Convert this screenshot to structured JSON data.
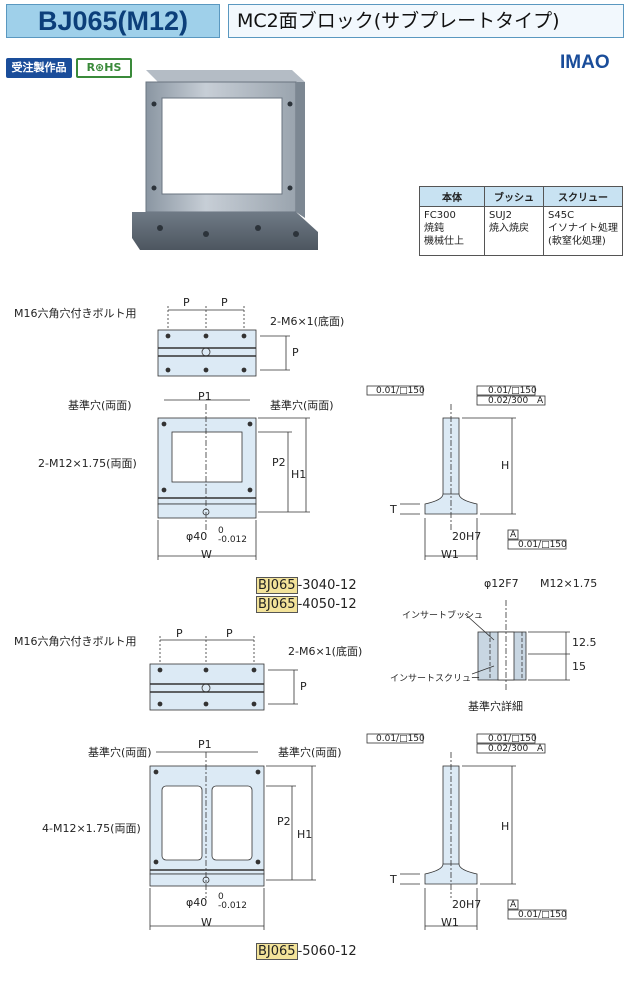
{
  "header": {
    "code": "BJ065(M12)",
    "title": "MC2面ブロック(サブプレートタイプ)"
  },
  "tags": {
    "order": "受注製作品",
    "rohs": "R⊛HS"
  },
  "brand": "IMAO",
  "materials": {
    "headers": [
      "本体",
      "ブッシュ",
      "スクリュー"
    ],
    "body": [
      "FC300",
      "焼鈍",
      "機械仕上"
    ],
    "bush": [
      "SUJ2",
      "焼入焼戻"
    ],
    "screw": [
      "S45C",
      "イソナイト処理",
      "(軟窒化処理)"
    ]
  },
  "diagram1": {
    "bolt_label": "M16六角穴付きボルト用",
    "p_label": "P",
    "tap_bottom": "2-M6×1(底面)",
    "p1": "P1",
    "ref_hole_left": "基準穴(両面)",
    "ref_hole_right": "基準穴(両面)",
    "tap_face": "2-M12×1.75(両面)",
    "p2": "P2",
    "h1": "H1",
    "bore": "φ40",
    "bore_tol_upper": "0",
    "bore_tol_lower": "-0.012",
    "w": "W",
    "tol1": "0.01/□150",
    "tol2": "0.01/□150",
    "tol3": "0.02/300",
    "datum": "A",
    "h": "H",
    "t": "T",
    "fit": "20H7",
    "w1": "W1",
    "tol_bottom": "0.01/□150",
    "codes": [
      {
        "prefix": "BJ065",
        "suffix": "-3040-12"
      },
      {
        "prefix": "BJ065",
        "suffix": "-4050-12"
      }
    ]
  },
  "detail": {
    "dia": "φ12F7",
    "thread": "M12×1.75",
    "bush": "インサートブッシュ",
    "screw": "インサートスクリュー",
    "dim1": "12.5",
    "dim2": "15",
    "caption": "基準穴詳細"
  },
  "diagram2": {
    "bolt_label": "M16六角穴付きボルト用",
    "p_label": "P",
    "tap_bottom": "2-M6×1(底面)",
    "p1": "P1",
    "ref_hole_left": "基準穴(両面)",
    "ref_hole_right": "基準穴(両面)",
    "tap_face": "4-M12×1.75(両面)",
    "p2": "P2",
    "h1": "H1",
    "bore": "φ40",
    "bore_tol_upper": "0",
    "bore_tol_lower": "-0.012",
    "w": "W",
    "tol1": "0.01/□150",
    "tol2": "0.01/□150",
    "tol3": "0.02/300",
    "datum": "A",
    "h": "H",
    "t": "T",
    "fit": "20H7",
    "w1": "W1",
    "tol_bottom": "0.01/□150",
    "codes": [
      {
        "prefix": "BJ065",
        "suffix": "-5060-12"
      }
    ]
  }
}
